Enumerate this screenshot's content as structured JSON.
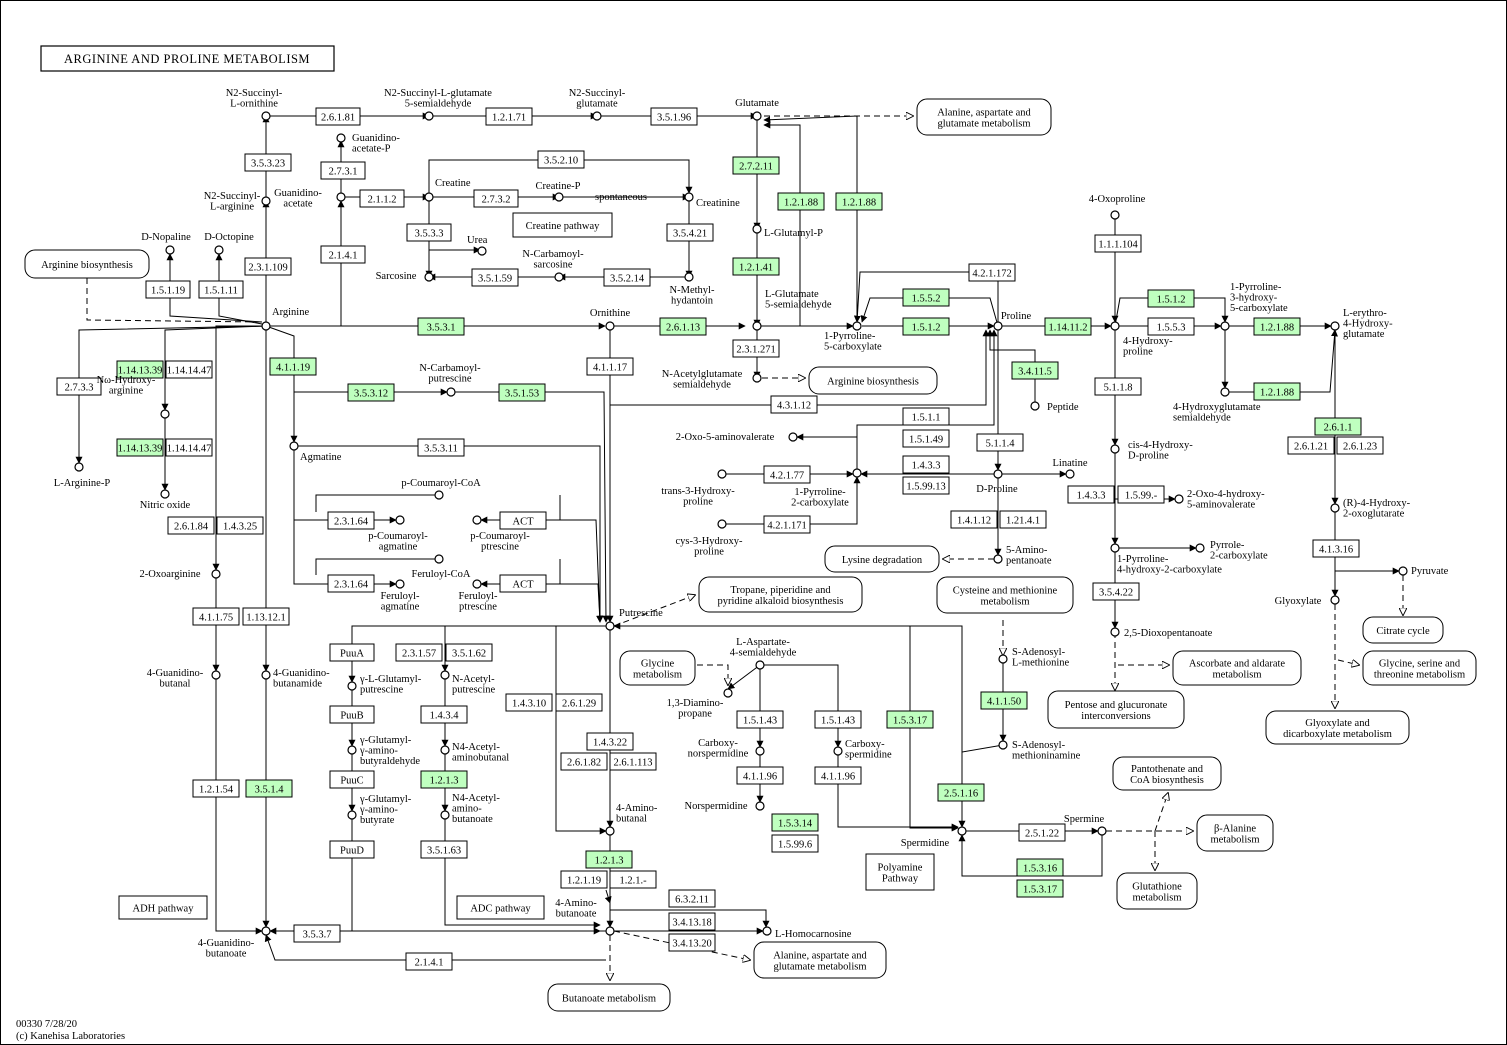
{
  "title": "ARGININE AND PROLINE METABOLISM",
  "footer": {
    "line1": "00330 7/28/20",
    "line2": "(c) Kanehisa Laboratories"
  },
  "colors": {
    "highlight": "#bfffbf",
    "line": "#000000",
    "background": "#ffffff"
  },
  "enzymes": [
    {
      "id": "e_2_6_1_81",
      "label": "2.6.1.81",
      "hl": false
    },
    {
      "id": "e_1_2_1_71",
      "label": "1.2.1.71",
      "hl": false
    },
    {
      "id": "e_3_5_1_96",
      "label": "3.5.1.96",
      "hl": false
    },
    {
      "id": "e_3_5_3_23",
      "label": "3.5.3.23",
      "hl": false
    },
    {
      "id": "e_2_7_3_1",
      "label": "2.7.3.1",
      "hl": false
    },
    {
      "id": "e_2_1_1_2",
      "label": "2.1.1.2",
      "hl": false
    },
    {
      "id": "e_3_5_2_10",
      "label": "3.5.2.10",
      "hl": false
    },
    {
      "id": "e_2_7_3_2",
      "label": "2.7.3.2",
      "hl": false
    },
    {
      "id": "e_2_7_2_11",
      "label": "2.7.2.11",
      "hl": true
    },
    {
      "id": "e_1_2_1_88a",
      "label": "1.2.1.88",
      "hl": true
    },
    {
      "id": "e_1_2_1_88b",
      "label": "1.2.1.88",
      "hl": true
    },
    {
      "id": "e_3_5_3_3",
      "label": "3.5.3.3",
      "hl": false
    },
    {
      "id": "e_3_5_4_21",
      "label": "3.5.4.21",
      "hl": false
    },
    {
      "id": "e_2_3_1_109",
      "label": "2.3.1.109",
      "hl": false
    },
    {
      "id": "e_2_1_4_1a",
      "label": "2.1.4.1",
      "hl": false
    },
    {
      "id": "e_1_2_1_41",
      "label": "1.2.1.41",
      "hl": true
    },
    {
      "id": "e_1_5_1_19",
      "label": "1.5.1.19",
      "hl": false
    },
    {
      "id": "e_1_5_1_11",
      "label": "1.5.1.11",
      "hl": false
    },
    {
      "id": "e_3_5_1_59",
      "label": "3.5.1.59",
      "hl": false
    },
    {
      "id": "e_3_5_2_14",
      "label": "3.5.2.14",
      "hl": false
    },
    {
      "id": "e_4_2_1_172",
      "label": "4.2.1.172",
      "hl": false
    },
    {
      "id": "e_1_1_1_104",
      "label": "1.1.1.104",
      "hl": false
    },
    {
      "id": "e_1_5_5_2",
      "label": "1.5.5.2",
      "hl": true
    },
    {
      "id": "e_1_5_1_2a",
      "label": "1.5.1.2",
      "hl": true
    },
    {
      "id": "e_3_5_3_1",
      "label": "3.5.3.1",
      "hl": true
    },
    {
      "id": "e_2_6_1_13",
      "label": "2.6.1.13",
      "hl": true
    },
    {
      "id": "e_1_5_1_2b",
      "label": "1.5.1.2",
      "hl": true
    },
    {
      "id": "e_1_14_11_2",
      "label": "1.14.11.2",
      "hl": true
    },
    {
      "id": "e_1_5_5_3",
      "label": "1.5.5.3",
      "hl": false
    },
    {
      "id": "e_1_2_1_88c",
      "label": "1.2.1.88",
      "hl": true
    },
    {
      "id": "e_1_2_1_88d",
      "label": "1.2.1.88",
      "hl": true
    },
    {
      "id": "e_2_3_1_271",
      "label": "2.3.1.271",
      "hl": false
    },
    {
      "id": "e_1_14_13_39a",
      "label": "1.14.13.39",
      "hl": true
    },
    {
      "id": "e_1_14_14_47a",
      "label": "1.14.14.47",
      "hl": false
    },
    {
      "id": "e_4_1_1_19",
      "label": "4.1.1.19",
      "hl": true
    },
    {
      "id": "e_4_1_1_17",
      "label": "4.1.1.17",
      "hl": false
    },
    {
      "id": "e_3_4_11_5",
      "label": "3.4.11.5",
      "hl": true
    },
    {
      "id": "e_2_7_3_3",
      "label": "2.7.3.3",
      "hl": false
    },
    {
      "id": "e_3_5_3_12",
      "label": "3.5.3.12",
      "hl": true
    },
    {
      "id": "e_3_5_1_53",
      "label": "3.5.1.53",
      "hl": true
    },
    {
      "id": "e_4_3_1_12",
      "label": "4.3.1.12",
      "hl": false
    },
    {
      "id": "e_5_1_1_8",
      "label": "5.1.1.8",
      "hl": false
    },
    {
      "id": "e_1_5_1_1",
      "label": "1.5.1.1",
      "hl": false
    },
    {
      "id": "e_2_6_1_1",
      "label": "2.6.1.1",
      "hl": true
    },
    {
      "id": "e_1_5_1_49",
      "label": "1.5.1.49",
      "hl": false
    },
    {
      "id": "e_5_1_1_4",
      "label": "5.1.1.4",
      "hl": false
    },
    {
      "id": "e_1_14_13_39b",
      "label": "1.14.13.39",
      "hl": true
    },
    {
      "id": "e_1_14_14_47b",
      "label": "1.14.14.47",
      "hl": false
    },
    {
      "id": "e_3_5_3_11",
      "label": "3.5.3.11",
      "hl": false
    },
    {
      "id": "e_2_6_1_21",
      "label": "2.6.1.21",
      "hl": false
    },
    {
      "id": "e_2_6_1_23",
      "label": "2.6.1.23",
      "hl": false
    },
    {
      "id": "e_4_2_1_77",
      "label": "4.2.1.77",
      "hl": false
    },
    {
      "id": "e_1_4_3_3a",
      "label": "1.4.3.3",
      "hl": false
    },
    {
      "id": "e_1_99_13",
      "label": "1.5.99.13",
      "hl": false
    },
    {
      "id": "e_1_4_3_3b",
      "label": "1.4.3.3",
      "hl": false
    },
    {
      "id": "e_1_5_99_",
      "label": "1.5.99.-",
      "hl": false
    },
    {
      "id": "e_2_6_1_84",
      "label": "2.6.1.84",
      "hl": false
    },
    {
      "id": "e_1_4_3_25",
      "label": "1.4.3.25",
      "hl": false
    },
    {
      "id": "e_2_3_1_64a",
      "label": "2.3.1.64",
      "hl": false
    },
    {
      "id": "e_4_2_1_171",
      "label": "4.2.1.171",
      "hl": false
    },
    {
      "id": "e_1_4_1_12",
      "label": "1.4.1.12",
      "hl": false
    },
    {
      "id": "e_1_21_4_1",
      "label": "1.21.4.1",
      "hl": false
    },
    {
      "id": "e_4_1_3_16",
      "label": "4.1.3.16",
      "hl": false
    },
    {
      "id": "e_2_3_1_64b",
      "label": "2.3.1.64",
      "hl": false
    },
    {
      "id": "e_3_5_4_22",
      "label": "3.5.4.22",
      "hl": false
    },
    {
      "id": "e_4_1_1_75",
      "label": "4.1.1.75",
      "hl": false
    },
    {
      "id": "e_1_13_12_1",
      "label": "1.13.12.1",
      "hl": false
    },
    {
      "id": "e_2_3_1_57",
      "label": "2.3.1.57",
      "hl": false
    },
    {
      "id": "e_3_5_1_62",
      "label": "3.5.1.62",
      "hl": false
    },
    {
      "id": "e_4_1_1_50",
      "label": "4.1.1.50",
      "hl": true
    },
    {
      "id": "e_1_4_3_4",
      "label": "1.4.3.4",
      "hl": false
    },
    {
      "id": "e_1_4_3_10",
      "label": "1.4.3.10",
      "hl": false
    },
    {
      "id": "e_2_6_1_29",
      "label": "2.6.1.29",
      "hl": false
    },
    {
      "id": "e_1_5_1_43a",
      "label": "1.5.1.43",
      "hl": false
    },
    {
      "id": "e_1_5_1_43b",
      "label": "1.5.1.43",
      "hl": false
    },
    {
      "id": "e_1_5_3_17a",
      "label": "1.5.3.17",
      "hl": true
    },
    {
      "id": "e_1_4_3_22",
      "label": "1.4.3.22",
      "hl": false
    },
    {
      "id": "e_2_6_1_82",
      "label": "2.6.1.82",
      "hl": false
    },
    {
      "id": "e_2_6_1_113",
      "label": "2.6.1.113",
      "hl": false
    },
    {
      "id": "e_4_1_1_96a",
      "label": "4.1.1.96",
      "hl": false
    },
    {
      "id": "e_4_1_1_96b",
      "label": "4.1.1.96",
      "hl": false
    },
    {
      "id": "e_1_2_1_3",
      "label": "1.2.1.3",
      "hl": true
    },
    {
      "id": "e_1_2_1_54",
      "label": "1.2.1.54",
      "hl": false
    },
    {
      "id": "e_3_5_1_4",
      "label": "3.5.1.4",
      "hl": true
    },
    {
      "id": "e_2_5_1_16",
      "label": "2.5.1.16",
      "hl": true
    },
    {
      "id": "e_1_5_3_14",
      "label": "1.5.3.14",
      "hl": true
    },
    {
      "id": "e_1_5_99_6",
      "label": "1.5.99.6",
      "hl": false
    },
    {
      "id": "e_2_5_1_22",
      "label": "2.5.1.22",
      "hl": false
    },
    {
      "id": "e_3_5_1_63",
      "label": "3.5.1.63",
      "hl": false
    },
    {
      "id": "e_1_2_1_3b",
      "label": "1.2.1.3",
      "hl": true
    },
    {
      "id": "e_1_5_3_16",
      "label": "1.5.3.16",
      "hl": true
    },
    {
      "id": "e_1_5_3_17b",
      "label": "1.5.3.17",
      "hl": true
    },
    {
      "id": "e_1_2_1_19",
      "label": "1.2.1.19",
      "hl": false
    },
    {
      "id": "e_1_2_1_",
      "label": "1.2.1.-",
      "hl": false
    },
    {
      "id": "e_6_3_2_11",
      "label": "6.3.2.11",
      "hl": false
    },
    {
      "id": "e_3_4_13_18",
      "label": "3.4.13.18",
      "hl": false
    },
    {
      "id": "e_3_4_13_20",
      "label": "3.4.13.20",
      "hl": false
    },
    {
      "id": "e_3_5_3_7",
      "label": "3.5.3.7",
      "hl": false
    },
    {
      "id": "e_2_1_4_1b",
      "label": "2.1.4.1",
      "hl": false
    },
    {
      "id": "e_puuA",
      "label": "PuuA",
      "hl": false
    },
    {
      "id": "e_puuB",
      "label": "PuuB",
      "hl": false
    },
    {
      "id": "e_puuC",
      "label": "PuuC",
      "hl": false
    },
    {
      "id": "e_puuD",
      "label": "PuuD",
      "hl": false
    },
    {
      "id": "e_actA",
      "label": "ACT",
      "hl": false
    },
    {
      "id": "e_actB",
      "label": "ACT",
      "hl": false
    }
  ],
  "compounds": [
    {
      "id": "c_succorn",
      "label": [
        "N2-Succinyl-",
        "L-ornithine"
      ]
    },
    {
      "id": "c_succglusa",
      "label": [
        "N2-Succinyl-L-glutamate",
        "5-semialdehyde"
      ]
    },
    {
      "id": "c_succglu",
      "label": [
        "N2-Succinyl-",
        "glutamate"
      ]
    },
    {
      "id": "c_glutamate",
      "label": [
        "Glutamate"
      ]
    },
    {
      "id": "c_guacetp",
      "label": [
        "Guanidino-",
        "acetate-P"
      ]
    },
    {
      "id": "c_succarg",
      "label": [
        "N2-Succinyl-",
        "L-arginine"
      ]
    },
    {
      "id": "c_guacet",
      "label": [
        "Guanidino-",
        "acetate"
      ]
    },
    {
      "id": "c_creatine",
      "label": [
        "Creatine"
      ]
    },
    {
      "id": "c_creatinep",
      "label": [
        "Creatine-P"
      ]
    },
    {
      "id": "c_spont",
      "label": [
        "spontaneous"
      ]
    },
    {
      "id": "c_creatinine",
      "label": [
        "Creatinine"
      ]
    },
    {
      "id": "c_glup",
      "label": [
        "L-Glutamyl-P"
      ]
    },
    {
      "id": "c_oxopro",
      "label": [
        "4-Oxoproline"
      ]
    },
    {
      "id": "c_urea",
      "label": [
        "Urea"
      ]
    },
    {
      "id": "c_dnop",
      "label": [
        "D-Nopaline"
      ]
    },
    {
      "id": "c_doct",
      "label": [
        "D-Octopine"
      ]
    },
    {
      "id": "c_sarc",
      "label": [
        "Sarcosine"
      ]
    },
    {
      "id": "c_ncarbsarc",
      "label": [
        "N-Carbamoyl-",
        "sarcosine"
      ]
    },
    {
      "id": "c_nmethyl",
      "label": [
        "N-Methyl-",
        "hydantoin"
      ]
    },
    {
      "id": "c_lglusa",
      "label": [
        "L-Glutamate",
        "5-semialdehyde"
      ]
    },
    {
      "id": "c_arginine",
      "label": [
        "Arginine"
      ]
    },
    {
      "id": "c_ornithine",
      "label": [
        "Ornithine"
      ]
    },
    {
      "id": "c_p5c",
      "label": [
        "1-Pyrroline-",
        "5-carboxylate"
      ]
    },
    {
      "id": "c_proline",
      "label": [
        "Proline"
      ]
    },
    {
      "id": "c_hypro",
      "label": [
        "4-Hydroxy-",
        "proline"
      ]
    },
    {
      "id": "c_p3hc",
      "label": [
        "1-Pyrroline-",
        "3-hydroxy-",
        "5-carboxylate"
      ]
    },
    {
      "id": "c_ehg",
      "label": [
        "L-erythro-",
        "4-Hydroxy-",
        "glutamate"
      ]
    },
    {
      "id": "c_hgsa",
      "label": [
        "4-Hydroxyglutamate",
        "semialdehyde"
      ]
    },
    {
      "id": "c_nag",
      "label": [
        "N-Acetylglutamate",
        "semialdehyde"
      ]
    },
    {
      "id": "c_ncarbput",
      "label": [
        "N-Carbamoyl-",
        "putrescine"
      ]
    },
    {
      "id": "c_peptide",
      "label": [
        "Peptide"
      ]
    },
    {
      "id": "c_nohar",
      "label": [
        "Nω-Hydroxy-",
        "arginine"
      ]
    },
    {
      "id": "c_largp",
      "label": [
        "L-Arginine-P"
      ]
    },
    {
      "id": "c_agmatine",
      "label": [
        "Agmatine"
      ]
    },
    {
      "id": "c_oxoamv",
      "label": [
        "2-Oxo-5-aminovalerate"
      ]
    },
    {
      "id": "c_cishypro",
      "label": [
        "cis-4-Hydroxy-",
        "D-proline"
      ]
    },
    {
      "id": "c_no",
      "label": [
        "Nitric oxide"
      ]
    },
    {
      "id": "c_t3hp",
      "label": [
        "trans-3-Hydroxy-",
        "proline"
      ]
    },
    {
      "id": "c_p2c",
      "label": [
        "1-Pyrroline-",
        "2-carboxylate"
      ]
    },
    {
      "id": "c_linatine",
      "label": [
        "Linatine"
      ]
    },
    {
      "id": "c_dpro",
      "label": [
        "D-Proline"
      ]
    },
    {
      "id": "c_pcoum",
      "label": [
        "p-Coumaroyl-CoA"
      ]
    },
    {
      "id": "c_ohaminov",
      "label": [
        "2-Oxo-4-hydroxy-",
        "5-aminovalerate"
      ]
    },
    {
      "id": "c_pcagm",
      "label": [
        "p-Coumaroyl-",
        "agmatine"
      ]
    },
    {
      "id": "c_pcput",
      "label": [
        "p-Coumaroyl-",
        "ptrescine"
      ]
    },
    {
      "id": "c_c3hp",
      "label": [
        "cys-3-Hydroxy-",
        "proline"
      ]
    },
    {
      "id": "c_pyrrole",
      "label": [
        "Pyrrole-",
        "2-carboxylate"
      ]
    },
    {
      "id": "c_p4hc",
      "label": [
        "1-Pyrroline-",
        "4-hydroxy-2-carboxylate"
      ]
    },
    {
      "id": "c_aminopent",
      "label": [
        "5-Amino-",
        "pentanoate"
      ]
    },
    {
      "id": "c_oxoarg",
      "label": [
        "2-Oxoarginine"
      ]
    },
    {
      "id": "c_fercoa",
      "label": [
        "Feruloyl-CoA"
      ]
    },
    {
      "id": "c_feragm",
      "label": [
        "Feruloyl-",
        "agmatine"
      ]
    },
    {
      "id": "c_ferput",
      "label": [
        "Feruloyl-",
        "ptrescine"
      ]
    },
    {
      "id": "c_putrescine",
      "label": [
        "Putrescine"
      ]
    },
    {
      "id": "c_rhoxg",
      "label": [
        "(R)-4-Hydroxy-",
        "2-oxoglutarate"
      ]
    },
    {
      "id": "c_pyruvate",
      "label": [
        "Pyruvate"
      ]
    },
    {
      "id": "c_glyoxylate",
      "label": [
        "Glyoxylate"
      ]
    },
    {
      "id": "c_dioxo",
      "label": [
        "2,5-Dioxopentanoate"
      ]
    },
    {
      "id": "c_laspsa",
      "label": [
        "L-Aspartate-",
        "4-semialdehyde"
      ]
    },
    {
      "id": "c_sam",
      "label": [
        "S-Adenosyl-",
        "L-methionine"
      ]
    },
    {
      "id": "c_guabutanal",
      "label": [
        "4-Guanidino-",
        "butanal"
      ]
    },
    {
      "id": "c_guabutamide",
      "label": [
        "4-Guanidino-",
        "butanamide"
      ]
    },
    {
      "id": "c_gluput",
      "label": [
        "γ-L-Glutamyl-",
        "putrescine"
      ]
    },
    {
      "id": "c_nacput",
      "label": [
        "N-Acetyl-",
        "putrescine"
      ]
    },
    {
      "id": "c_dap",
      "label": [
        "1,3-Diamino-",
        "propane"
      ]
    },
    {
      "id": "c_glubutal",
      "label": [
        "γ-Glutamyl-",
        "γ-amino-",
        "butyraldehyde"
      ]
    },
    {
      "id": "c_nacbutal",
      "label": [
        "N4-Acetyl-",
        "aminobutanal"
      ]
    },
    {
      "id": "c_carbnsp",
      "label": [
        "Carboxy-",
        "norspermidine"
      ]
    },
    {
      "id": "c_carbsp",
      "label": [
        "Carboxy-",
        "spermidine"
      ]
    },
    {
      "id": "c_sadmet",
      "label": [
        "S-Adenosyl-",
        "methioninamine"
      ]
    },
    {
      "id": "c_glubut",
      "label": [
        "γ-Glutamyl-",
        "γ-amino-",
        "butyrate"
      ]
    },
    {
      "id": "c_nacbut",
      "label": [
        "N4-Acetyl-",
        "amino-",
        "butanoate"
      ]
    },
    {
      "id": "c_norspd",
      "label": [
        "Norspermidine"
      ]
    },
    {
      "id": "c_aminobutanal",
      "label": [
        "4-Amino-",
        "butanal"
      ]
    },
    {
      "id": "c_spermidine",
      "label": [
        "Spermidine"
      ]
    },
    {
      "id": "c_spermine",
      "label": [
        "Spermine"
      ]
    },
    {
      "id": "c_aminobutanoate",
      "label": [
        "4-Amino-",
        "butanoate"
      ]
    },
    {
      "id": "c_lhomocarn",
      "label": [
        "L-Homocarnosine"
      ]
    },
    {
      "id": "c_guabutanoate",
      "label": [
        "4-Guanidino-",
        "butanoate"
      ]
    }
  ],
  "maps": [
    {
      "id": "m_ala1",
      "label": [
        "Alanine, aspartate and",
        "glutamate metabolism"
      ]
    },
    {
      "id": "m_argbio1",
      "label": [
        "Arginine biosynthesis"
      ]
    },
    {
      "id": "m_creatine",
      "label": [
        "Creatine pathway"
      ]
    },
    {
      "id": "m_argbio2",
      "label": [
        "Arginine biosynthesis"
      ]
    },
    {
      "id": "m_lysine",
      "label": [
        "Lysine degradation"
      ]
    },
    {
      "id": "m_tropane",
      "label": [
        "Tropane, piperidine and",
        "pyridine alkaloid biosynthesis"
      ]
    },
    {
      "id": "m_cys",
      "label": [
        "Cysteine and methionine",
        "metabolism"
      ]
    },
    {
      "id": "m_citrate",
      "label": [
        "Citrate cycle"
      ]
    },
    {
      "id": "m_glycine1",
      "label": [
        "Glycine",
        "metabolism"
      ]
    },
    {
      "id": "m_ascorbate",
      "label": [
        "Ascorbate and aldarate",
        "metabolism"
      ]
    },
    {
      "id": "m_glycine2",
      "label": [
        "Glycine, serine and",
        "threonine metabolism"
      ]
    },
    {
      "id": "m_pentose",
      "label": [
        "Pentose and glucuronate",
        "interconversions"
      ]
    },
    {
      "id": "m_glyoxylate",
      "label": [
        "Glyoxylate and",
        "dicarboxylate metabolism"
      ]
    },
    {
      "id": "m_pantothenate",
      "label": [
        "Pantothenate and",
        "CoA biosynthesis"
      ]
    },
    {
      "id": "m_balanine",
      "label": [
        "β-Alanine",
        "metabolism"
      ]
    },
    {
      "id": "m_polyamine",
      "label": [
        "Polyamine",
        "Pathway"
      ]
    },
    {
      "id": "m_glutathione",
      "label": [
        "Glutathione",
        "metabolism"
      ]
    },
    {
      "id": "m_adh",
      "label": [
        "ADH pathway"
      ]
    },
    {
      "id": "m_adc",
      "label": [
        "ADC pathway"
      ]
    },
    {
      "id": "m_ala2",
      "label": [
        "Alanine, aspartate and",
        "glutamate metabolism"
      ]
    },
    {
      "id": "m_butanoate",
      "label": [
        "Butanoate metabolism"
      ]
    }
  ]
}
